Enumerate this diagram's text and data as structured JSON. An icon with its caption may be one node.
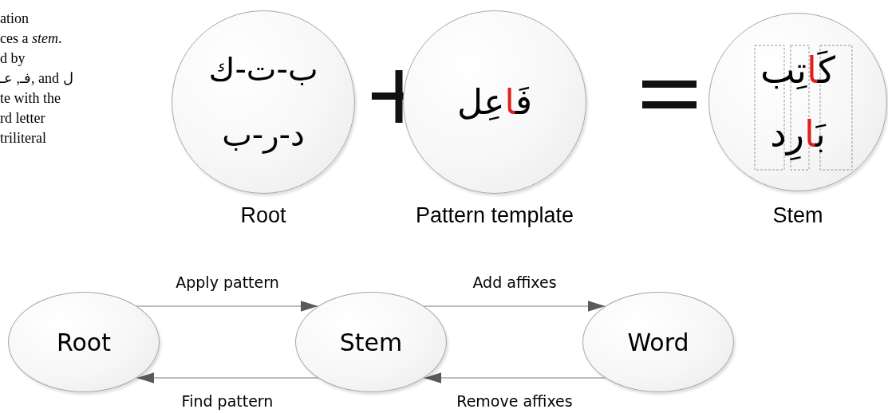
{
  "diagram": {
    "nodes": [
      {
        "text": [
          "ك-ت-ب",
          "ب-ر-د"
        ],
        "beside": [
          "Root"
        ]
      },
      {
        "text": [
          "فَاعِل"
        ],
        "beside": [
          "Pattern template"
        ]
      },
      {
        "text": [
          "كَاتِب",
          "بَارِد"
        ],
        "beside": [
          "Stem"
        ]
      },
      {
        "text": [
          "Root"
        ]
      },
      {
        "text": [
          "Stem"
        ]
      },
      {
        "text": [
          "Word"
        ]
      }
    ],
    "edges": [
      {
        "from": 3,
        "to": 4,
        "arrow": "to",
        "label": "Apply pattern"
      },
      {
        "from": 4,
        "to": 5,
        "arrow": "to",
        "label": "Add affixes"
      },
      {
        "from": 4,
        "to": 3,
        "arrow": "to",
        "label": "Find pattern"
      },
      {
        "from": 5,
        "to": 4,
        "arrow": "to",
        "label": "Remove affixes"
      }
    ],
    "labels": [
      "ation",
      "ces a *stem*.",
      "d by",
      "فـ, عـ, and ل",
      "te with the",
      "rd letter",
      "triliteral"
    ]
  }
}
